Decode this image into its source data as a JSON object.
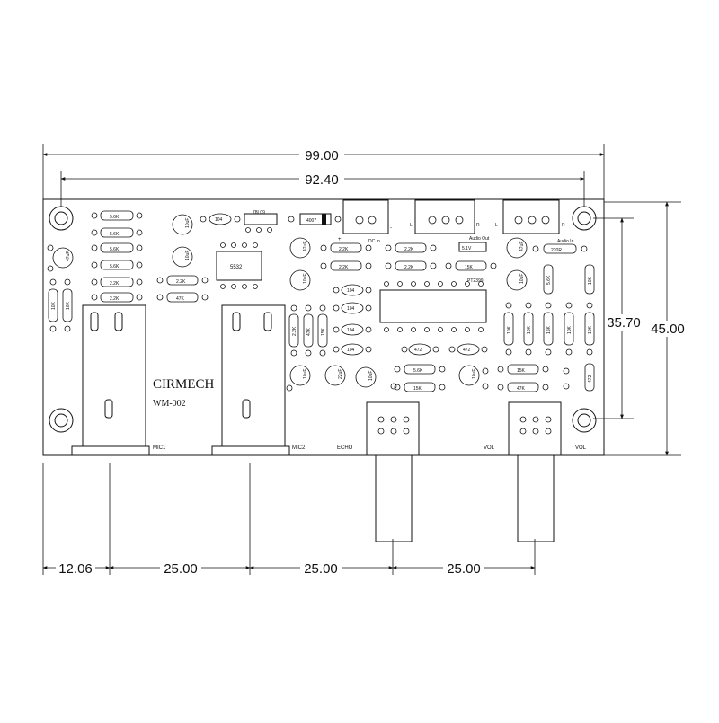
{
  "dimensions": {
    "board_width": "99.00",
    "hole_spacing_x": "92.40",
    "hole_spacing_y": "35.70",
    "board_height": "45.00",
    "left_offset": "12.06",
    "pot_spacing_1": "25.00",
    "pot_spacing_2": "25.00",
    "pot_spacing_3": "25.00"
  },
  "board": {
    "brand": "CIRMECH",
    "model": "WM-002",
    "sockets": {
      "mic1": "MIC1",
      "mic2": "MIC2",
      "echo": "ECHO",
      "vol": "VOL",
      "vol2": "VOL"
    },
    "connectors": {
      "dc_in": "DC In",
      "audio_out": "Audio Out",
      "audio_in": "Audio In",
      "l": "L",
      "r": "R",
      "plus": "+",
      "minus": "-"
    },
    "ics": {
      "ic1": "5532",
      "ic2": "PT2399",
      "regulator": "78L09",
      "diode": "4007",
      "zener": "5.1V"
    },
    "resistors_left_col": [
      "5.6K",
      "5.6K",
      "5.6K",
      "5.6K",
      "2.2K",
      "2.2K"
    ],
    "resistors_mid": [
      "2.2K",
      "47K"
    ],
    "resistors_center_top": [
      "2.2K",
      "2.2K"
    ],
    "resistors_right_top": [
      "2.2K",
      "2.2K",
      "15K"
    ],
    "resistors_vertical_left": [
      "10K",
      "10K"
    ],
    "resistors_vertical_mid": [
      "2.2K",
      "47K",
      "15K"
    ],
    "resistors_vertical_right": [
      "10K",
      "10K",
      "15K",
      "10K",
      "10K"
    ],
    "resistors_vertical_far_right": [
      "5.6K",
      "10K"
    ],
    "resistors_center_bottom": [
      "5.6K",
      "15K"
    ],
    "resistors_right_bottom": [
      "15K",
      "47K"
    ],
    "resistor_top_right": "220R",
    "caps_104": [
      "104",
      "104",
      "104",
      "104",
      "104"
    ],
    "caps_472": [
      "472",
      "472"
    ],
    "cap_vertical": "472",
    "elec_caps": {
      "c47": "47uF",
      "c10": "10uF",
      "c22": "22uF"
    }
  }
}
